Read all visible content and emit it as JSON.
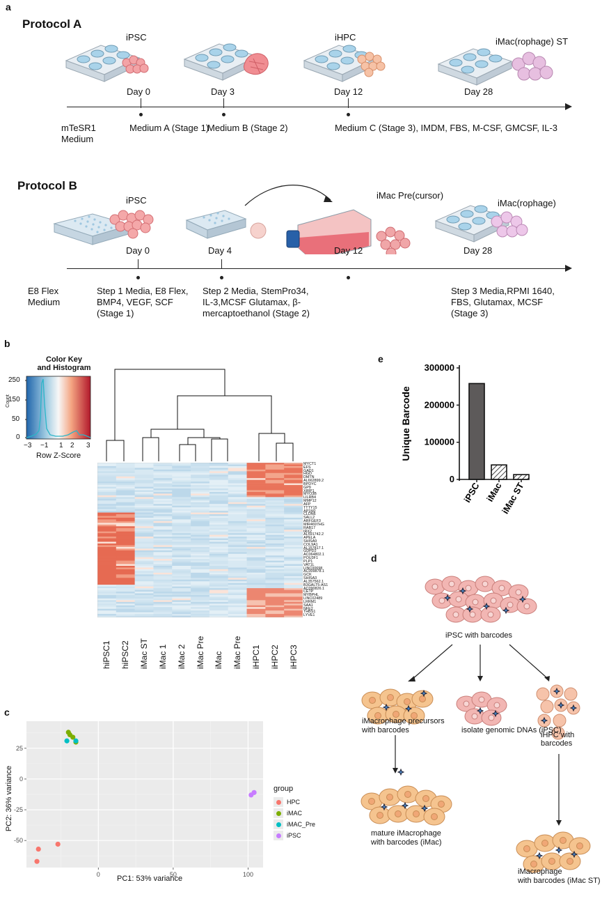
{
  "panel_letters": {
    "a": "a",
    "b": "b",
    "c": "c",
    "d": "d",
    "e": "e"
  },
  "protocol_a": {
    "title": "Protocol A",
    "stages": [
      "iPSC",
      "iHPC",
      "iMac(rophage) ST"
    ],
    "days": [
      "Day 0",
      "Day 3",
      "Day 12",
      "Day 28"
    ],
    "media": {
      "m0": "mTeSR1\nMedium",
      "m1": "Medium A (Stage 1)",
      "m2": "Medium B (Stage 2)",
      "m3": "Medium C (Stage 3), IMDM, FBS, M-CSF, GMCSF, IL-3"
    }
  },
  "protocol_b": {
    "title": "Protocol B",
    "stages": [
      "iPSC",
      "iMac Pre(cursor)",
      "iMac(rophage)"
    ],
    "days": [
      "Day 0",
      "Day 4",
      "Day 12",
      "Day 28"
    ],
    "media": {
      "m0": "E8 Flex\nMedium",
      "m1": "Step 1 Media, E8 Flex,\nBMP4, VEGF, SCF\n(Stage 1)",
      "m2": "Step 2 Media, StemPro34,\nIL-3,MCSF Glutamax, β-\nmercaptoethanol (Stage 2)",
      "m3": "Step 3 Media,RPMI 1640,\nFBS, Glutamax, MCSF\n(Stage 3)"
    }
  },
  "heatmap": {
    "color_key_title": "Color Key\nand Histogram",
    "color_key_ylabel": "Count",
    "color_key_xlabel": "Row Z-Score",
    "color_key_xticks": [
      "−3",
      "−1",
      "1",
      "2",
      "3"
    ],
    "color_key_yticks": [
      "250",
      "150",
      "50",
      "0"
    ],
    "samples": [
      "hiPSC1",
      "hiPSC2",
      "iMac ST",
      "iMac 1",
      "iMac 2",
      "iMac Pre",
      "iMac",
      "iMac Pre",
      "iHPC1",
      "iHPC2",
      "iHPC3"
    ],
    "genes": [
      "MYCT1",
      "EFS",
      "GAD1",
      "HGD",
      "DMTN",
      "AL662899.2",
      "BPDYC",
      "GP9",
      "XIRP1",
      "MYO3B",
      "LILRB4",
      "MMP12",
      "AFP",
      "TTTY15",
      "AP1M2",
      "CLDN6",
      "SALL2",
      "ARFGEF3",
      "MIR4697HG",
      "RAB17",
      "IRX2",
      "AL591742.2",
      "APELA",
      "SHISA9",
      "COL9A1",
      "AL157817.1",
      "GDPD2",
      "AC064802.1",
      "POU3F1",
      "PLP1",
      "VAT1L",
      "LINC00698",
      "AC009878.1",
      "GCK",
      "SHISA3",
      "AL357562.1",
      "B3GALT5-AS1",
      "AC090826.1",
      "CETP",
      "MYBPHL",
      "LINC02489",
      "LRRM1",
      "SAA1",
      "NFE2",
      "THBS1",
      "LYVE1"
    ]
  },
  "pca": {
    "xlabel": "PC1: 53% variance",
    "ylabel": "PC2: 36% variance",
    "legend_title": "group",
    "xticks": [
      "0",
      "50",
      "100"
    ],
    "yticks": [
      "25",
      "0",
      "-25",
      "-50"
    ]
  },
  "barcode_diagram": {
    "top_label": "iPSC with barcodes",
    "branches": [
      "iMacrophage precursors\nwith barcodes",
      "isolate genomic DNAs (iPSC)",
      "iHPC with barcodes"
    ],
    "bottom": [
      "mature iMacrophage\nwith barcodes (iMac)",
      "iMacrophage\nwith barcodes (iMac ST)"
    ]
  },
  "chart_data": [
    {
      "type": "scatter",
      "xlabel": "PC1: 53% variance",
      "ylabel": "PC2: 36% variance",
      "xlim": [
        -48,
        110
      ],
      "ylim": [
        -72,
        47
      ],
      "xticks": [
        0,
        50,
        100
      ],
      "yticks": [
        -50,
        -25,
        0,
        25
      ],
      "grid": true,
      "legend_title": "group",
      "legend_placement": "right",
      "series": [
        {
          "name": "HPC",
          "color": "#F8766D",
          "points": [
            [
              -40,
              -57
            ],
            [
              -27,
              -53
            ],
            [
              -41,
              -67
            ]
          ]
        },
        {
          "name": "iMAC",
          "color": "#7CAE00",
          "points": [
            [
              -20,
              38
            ],
            [
              -19,
              36
            ],
            [
              -17,
              34
            ],
            [
              -15,
              30
            ]
          ]
        },
        {
          "name": "iMAC_Pre",
          "color": "#00BFC4",
          "points": [
            [
              -21,
              31
            ],
            [
              -15,
              31
            ]
          ]
        },
        {
          "name": "iPSC",
          "color": "#C77CFF",
          "points": [
            [
              102,
              -13
            ],
            [
              104,
              -11
            ]
          ]
        }
      ]
    },
    {
      "type": "bar",
      "ylabel": "Unique Barcode",
      "categories": [
        "iPSC",
        "iMac",
        "iMac ST"
      ],
      "values": [
        258000,
        39000,
        13000
      ],
      "ylim": [
        0,
        300000
      ],
      "yticks": [
        "0",
        "100000",
        "200000",
        "300000"
      ],
      "fills": [
        "solid",
        "hatched",
        "hatched"
      ]
    }
  ]
}
